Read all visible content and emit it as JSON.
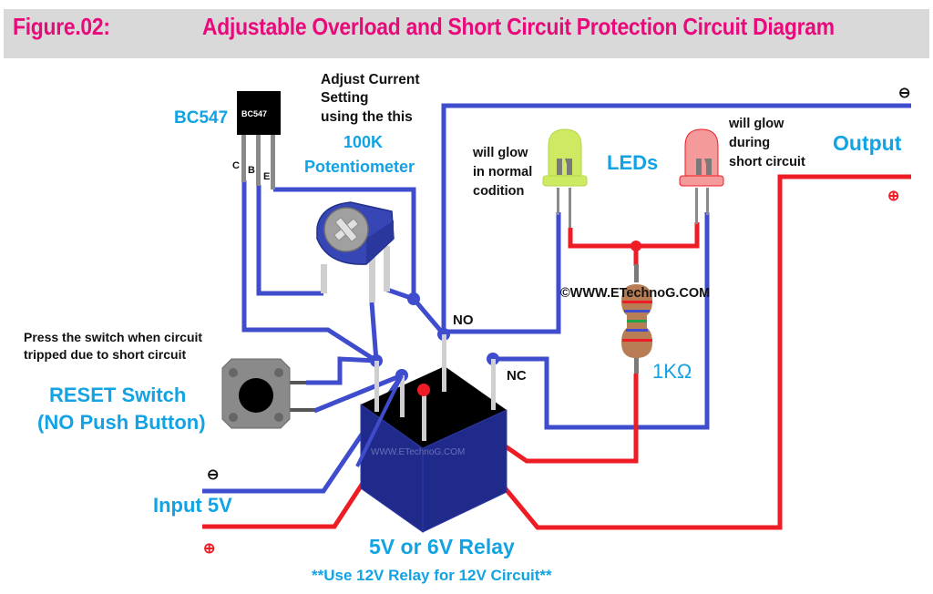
{
  "header": {
    "figure_label": "Figure.02:",
    "title": "Adjustable Overload and Short Circuit Protection Circuit Diagram"
  },
  "colors": {
    "title_pink": "#e8097a",
    "header_bg": "#d9d9d9",
    "wire_blue": "#3f4ccc",
    "wire_red": "#ee1c24",
    "label_blue": "#11a3e3",
    "relay_body": "#1f2a8a",
    "pot_body": "#3646b5",
    "led_green": "#cdea62",
    "led_red": "#f59a9a"
  },
  "components": {
    "transistor": {
      "label": "BC547",
      "body_text": "BC547",
      "pins": [
        "C",
        "B",
        "E"
      ]
    },
    "potentiometer": {
      "note_lines": [
        "Adjust Current",
        "Setting",
        "using the this"
      ],
      "value": "100K",
      "name": "Potentiometer"
    },
    "leds": {
      "label": "LEDs",
      "green_note": [
        "will glow",
        "in normal",
        "codition"
      ],
      "red_note": [
        "will glow",
        "during",
        "short circuit"
      ]
    },
    "resistor": {
      "value": "1KΩ",
      "watermark": "©WWW.ETechnoG.COM"
    },
    "relay": {
      "name": "5V or 6V Relay",
      "note": "**Use 12V Relay for 12V Circuit**",
      "watermark": "WWW.ETechnoG.COM",
      "pin_no": "NO",
      "pin_nc": "NC"
    },
    "reset_switch": {
      "note_lines": [
        "Press the switch when circuit",
        "tripped due to short circuit"
      ],
      "title_line1": "RESET Switch",
      "title_line2": "(NO Push Button)"
    }
  },
  "terminals": {
    "output_label": "Output",
    "output_neg": "⊖",
    "output_pos": "⊕",
    "input_label": "Input 5V",
    "input_neg": "⊖",
    "input_pos": "⊕"
  }
}
